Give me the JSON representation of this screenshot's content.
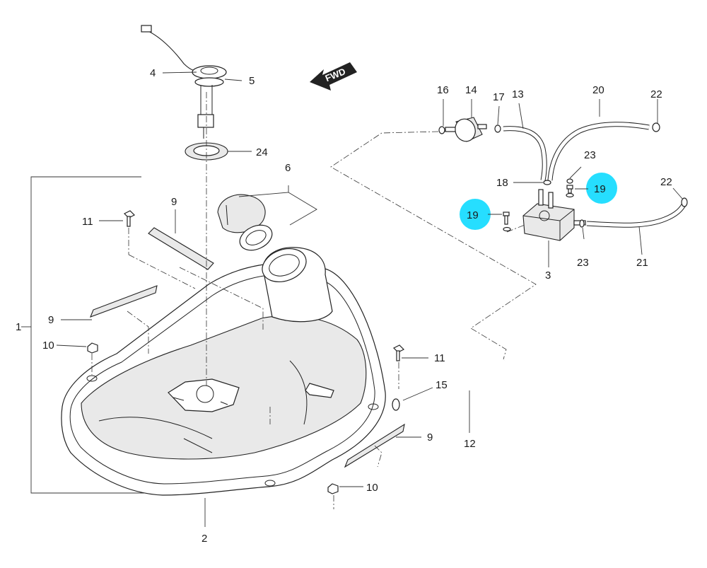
{
  "direction_label": "FWD",
  "highlight_color": "#00d8ff",
  "callouts": [
    {
      "id": "c-4",
      "text": "4"
    },
    {
      "id": "c-5",
      "text": "5"
    },
    {
      "id": "c-24",
      "text": "24"
    },
    {
      "id": "c-6",
      "text": "6"
    },
    {
      "id": "c-9a",
      "text": "9"
    },
    {
      "id": "c-11a",
      "text": "11"
    },
    {
      "id": "c-9b",
      "text": "9"
    },
    {
      "id": "c-1",
      "text": "1"
    },
    {
      "id": "c-10a",
      "text": "10"
    },
    {
      "id": "c-16",
      "text": "16"
    },
    {
      "id": "c-14",
      "text": "14"
    },
    {
      "id": "c-17",
      "text": "17"
    },
    {
      "id": "c-13",
      "text": "13"
    },
    {
      "id": "c-20",
      "text": "20"
    },
    {
      "id": "c-22a",
      "text": "22"
    },
    {
      "id": "c-23a",
      "text": "23"
    },
    {
      "id": "c-18",
      "text": "18"
    },
    {
      "id": "c-19a",
      "text": "19"
    },
    {
      "id": "c-22b",
      "text": "22"
    },
    {
      "id": "c-19b",
      "text": "19"
    },
    {
      "id": "c-23b",
      "text": "23"
    },
    {
      "id": "c-3",
      "text": "3"
    },
    {
      "id": "c-21",
      "text": "21"
    },
    {
      "id": "c-11b",
      "text": "11"
    },
    {
      "id": "c-15",
      "text": "15"
    },
    {
      "id": "c-12",
      "text": "12"
    },
    {
      "id": "c-9c",
      "text": "9"
    },
    {
      "id": "c-10b",
      "text": "10"
    },
    {
      "id": "c-2",
      "text": "2"
    }
  ]
}
